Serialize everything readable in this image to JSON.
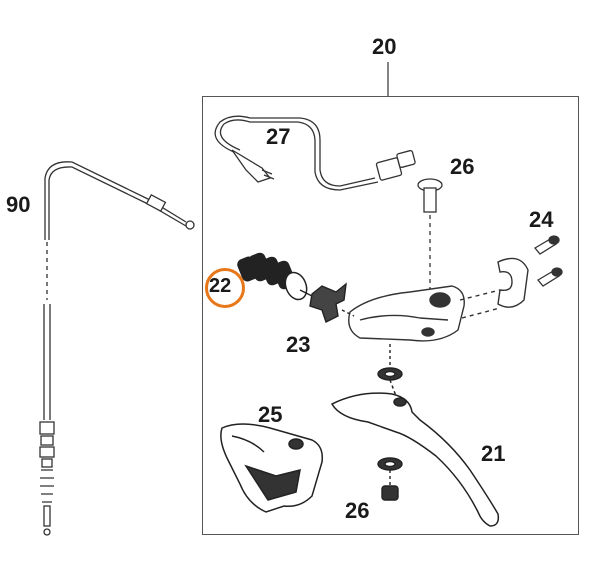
{
  "diagram": {
    "callouts": [
      {
        "id": "20",
        "text": "20"
      },
      {
        "id": "27",
        "text": "27"
      },
      {
        "id": "26a",
        "text": "26"
      },
      {
        "id": "24",
        "text": "24"
      },
      {
        "id": "90",
        "text": "90"
      },
      {
        "id": "22",
        "text": "22",
        "highlighted": true
      },
      {
        "id": "23",
        "text": "23"
      },
      {
        "id": "25",
        "text": "25"
      },
      {
        "id": "21",
        "text": "21"
      },
      {
        "id": "26b",
        "text": "26"
      }
    ],
    "colors": {
      "highlight": "#e8771a",
      "line": "#333333",
      "part_fill": "#ffffff",
      "part_shade": "#222222"
    }
  }
}
